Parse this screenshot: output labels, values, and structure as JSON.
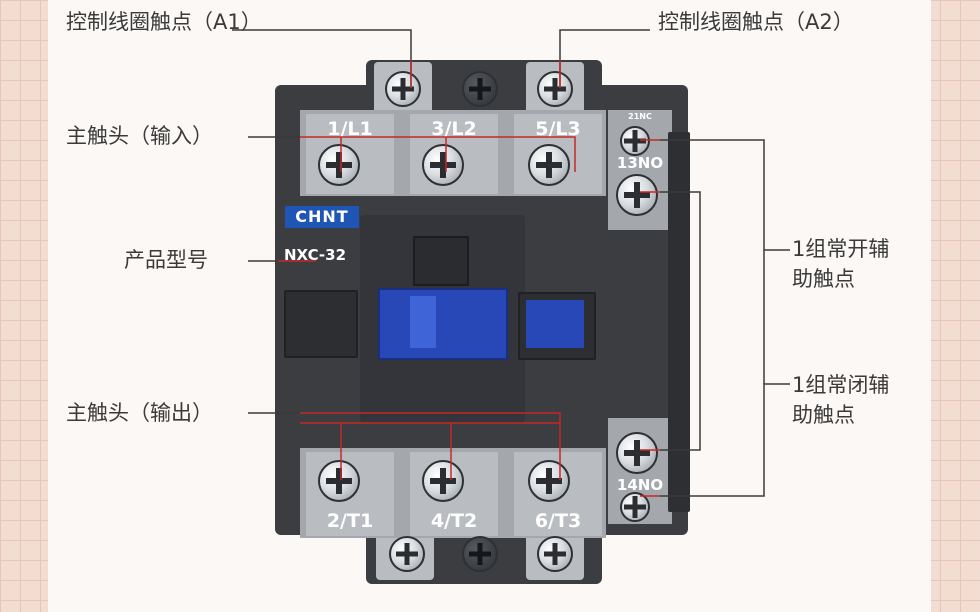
{
  "labels": {
    "coil_a1": "控制线圈触点（A1）",
    "coil_a2": "控制线圈触点（A2）",
    "main_input": "主触头（输入）",
    "model_label": "产品型号",
    "main_output": "主触头（输出）",
    "no_aux": "1组常开辅助触点",
    "nc_aux": "1组常闭辅助触点"
  },
  "device": {
    "brand": "CHNT",
    "model": "NXC-32",
    "terminals_top": [
      "1/L1",
      "3/L2",
      "5/L3"
    ],
    "terminals_bottom": [
      "2/T1",
      "4/T2",
      "6/T3"
    ],
    "aux_top_small": "21NC",
    "aux_top": "13NO",
    "aux_bottom": "14NO"
  },
  "colors": {
    "leader_line": "#c62828",
    "body": "#3b3d41",
    "terminal_block": "#a4a8ad",
    "logo_bg": "#1f55b4",
    "window_blue": "#2848b8"
  }
}
